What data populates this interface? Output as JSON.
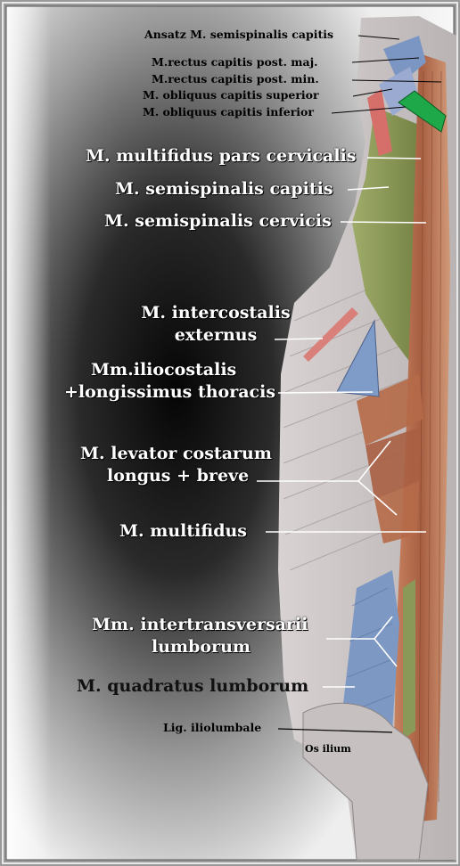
{
  "labels": {
    "ansatz_semispinalis": "Ansatz M. semispinalis capitis",
    "rectus_maj": "M.rectus capitis post. maj.",
    "rectus_min": "M.rectus capitis post. min.",
    "obliquus_sup": "M. obliquus capitis superior",
    "obliquus_inf": "M. obliquus capitis inferior",
    "multifidus_cervicalis": "M. multifidus pars cervicalis",
    "semispinalis_capitis": "M. semispinalis capitis",
    "semispinalis_cervicis": "M. semispinalis cervicis",
    "intercostalis_1": "M. intercostalis",
    "intercostalis_2": "externus",
    "iliocostalis_1": "Mm.iliocostalis",
    "iliocostalis_2": "+longissimus thoracis",
    "levator_1": "M. levator costarum",
    "levator_2": "longus + breve",
    "multifidus": "M. multifidus",
    "intertransversarii_1": "Mm. intertransversarii",
    "intertransversarii_2": "lumborum",
    "quadratus": "M. quadratus lumborum",
    "iliolumbale": "Lig. iliolumbale",
    "os_ilium": "Os ilium"
  },
  "colors": {
    "frame_light": "#f4f4f4",
    "frame_dark": "#8a8a8a",
    "background_center": "#050505",
    "muscle_red": "#b36a4c",
    "muscle_olive": "#8a9858",
    "muscle_blue": "#7e98c4",
    "muscle_green": "#1fa84a",
    "fascia_grey": "#c9c3c3"
  }
}
